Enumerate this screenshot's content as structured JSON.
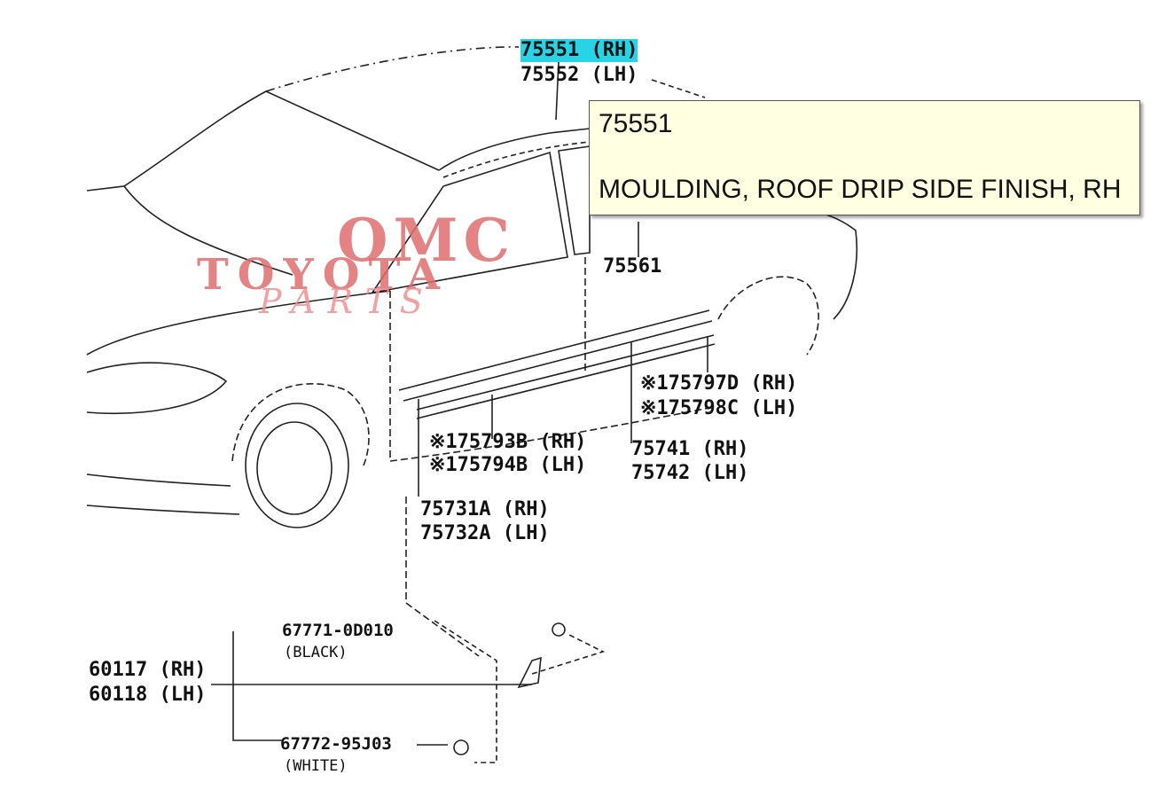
{
  "watermark": {
    "line1": "OMC",
    "line2": "TOYOTA",
    "line3": "PARTS"
  },
  "callouts": [
    {
      "text": "75551 (RH)",
      "highlight": true
    },
    {
      "text": "75552 (LH)"
    },
    {
      "text": "75561"
    },
    {
      "text": "※175797D (RH)"
    },
    {
      "text": "※175798C (LH)"
    },
    {
      "text": "※175793B (RH)"
    },
    {
      "text": "※175794B (LH)"
    },
    {
      "text": "75741 (RH)"
    },
    {
      "text": "75742 (LH)"
    },
    {
      "text": "75731A (RH)"
    },
    {
      "text": "75732A (LH)"
    },
    {
      "text": "67771-0D010"
    },
    {
      "text": "(BLACK)"
    },
    {
      "text": "60117 (RH)"
    },
    {
      "text": "60118 (LH)"
    },
    {
      "text": "67772-95J03"
    },
    {
      "text": "(WHITE)"
    }
  ],
  "tooltip": {
    "code": "75551",
    "description": "MOULDING, ROOF DRIP SIDE FINISH, RH"
  },
  "colors": {
    "highlight": "#27d4e6",
    "tooltip_bg": "#ffffe1",
    "watermark": "#e06e6e",
    "line": "#222222"
  }
}
